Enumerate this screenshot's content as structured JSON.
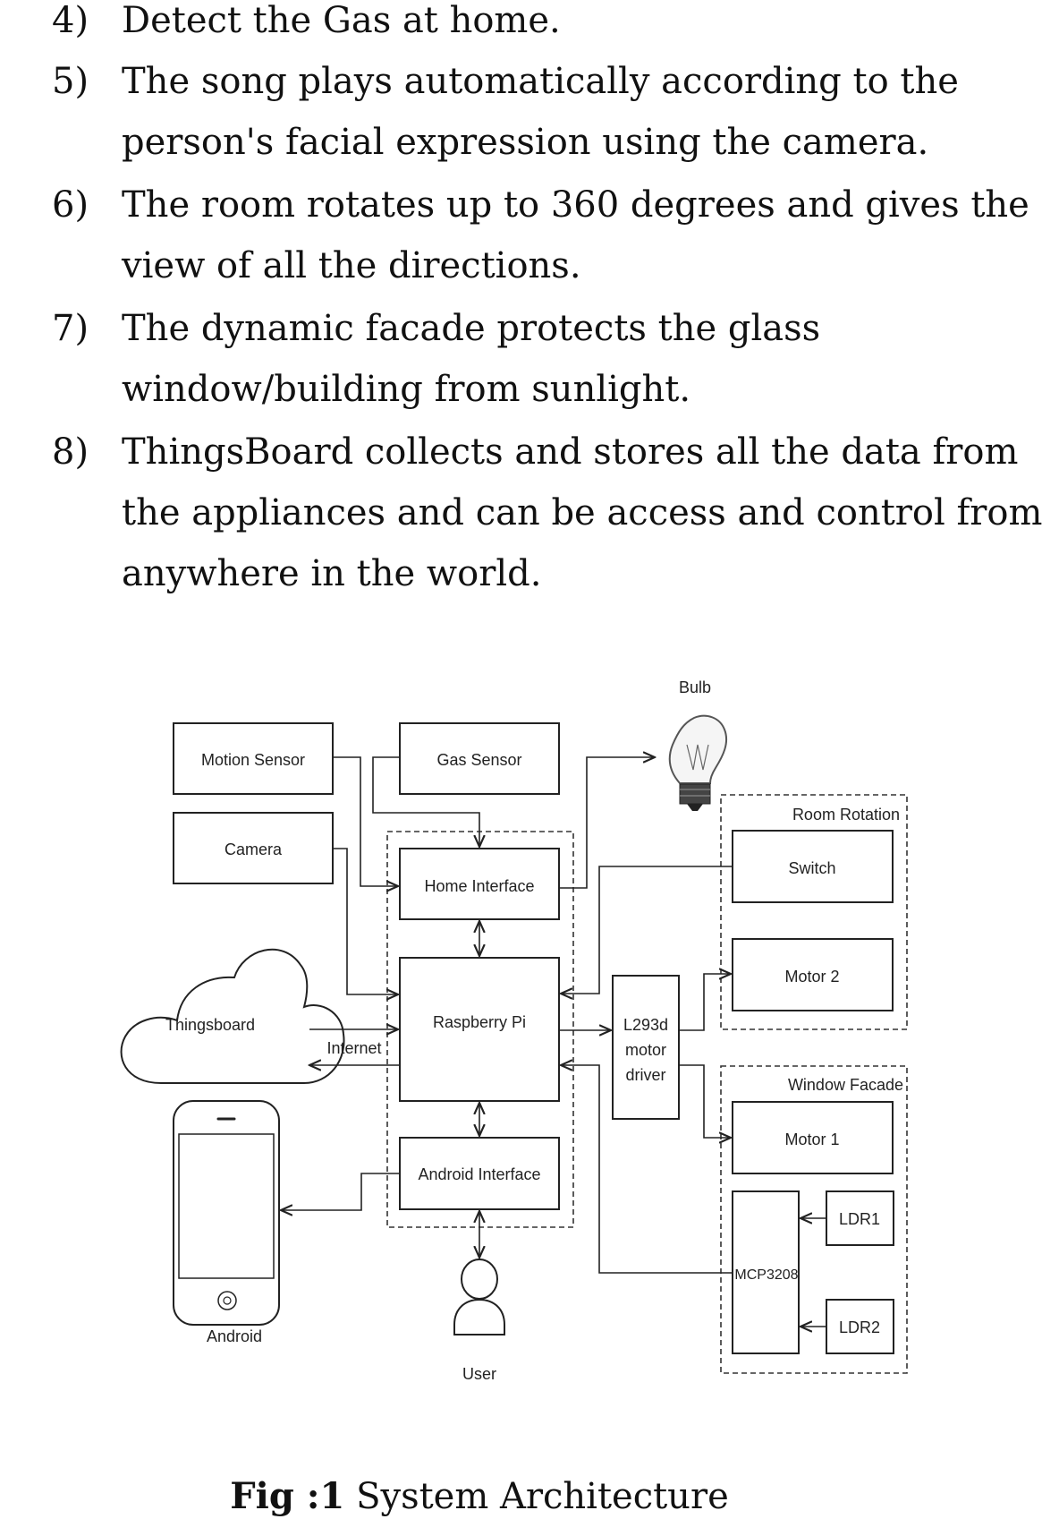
{
  "list": {
    "items": [
      {
        "number": "4)",
        "lines": [
          "Detect the Gas at home."
        ]
      },
      {
        "number": "5)",
        "lines": [
          "The song plays automatically according to the",
          "person's facial expression using the camera."
        ]
      },
      {
        "number": "6)",
        "lines": [
          "The room rotates up to 360 degrees and gives the",
          "view of all the directions."
        ]
      },
      {
        "number": "7)",
        "lines": [
          "The dynamic facade protects the glass",
          "window/building from sunlight."
        ]
      },
      {
        "number": "8)",
        "lines": [
          "ThingsBoard collects and stores all the data from",
          "the appliances and can be access and control from",
          "anywhere in the world."
        ]
      }
    ]
  },
  "diagram": {
    "labels": {
      "motion_sensor": "Motion Sensor",
      "gas_sensor": "Gas Sensor",
      "bulb": "Bulb",
      "camera": "Camera",
      "room_rotation": "Room Rotation",
      "switch": "Switch",
      "home_interface": "Home Interface",
      "motor2": "Motor 2",
      "raspberry_pi": "Raspberry Pi",
      "thingsboard": "Thingsboard",
      "internet": "Internet",
      "l293d_line1": "L293d",
      "l293d_line2": "motor",
      "l293d_line3": "driver",
      "window_facade": "Window Facade",
      "motor1": "Motor 1",
      "android_interface": "Android Interface",
      "ldr1": "LDR1",
      "mcp3208": "MCP3208",
      "ldr2": "LDR2",
      "android": "Android",
      "user": "User"
    }
  },
  "caption": {
    "bold": "Fig :1",
    "text": " System Architecture"
  }
}
